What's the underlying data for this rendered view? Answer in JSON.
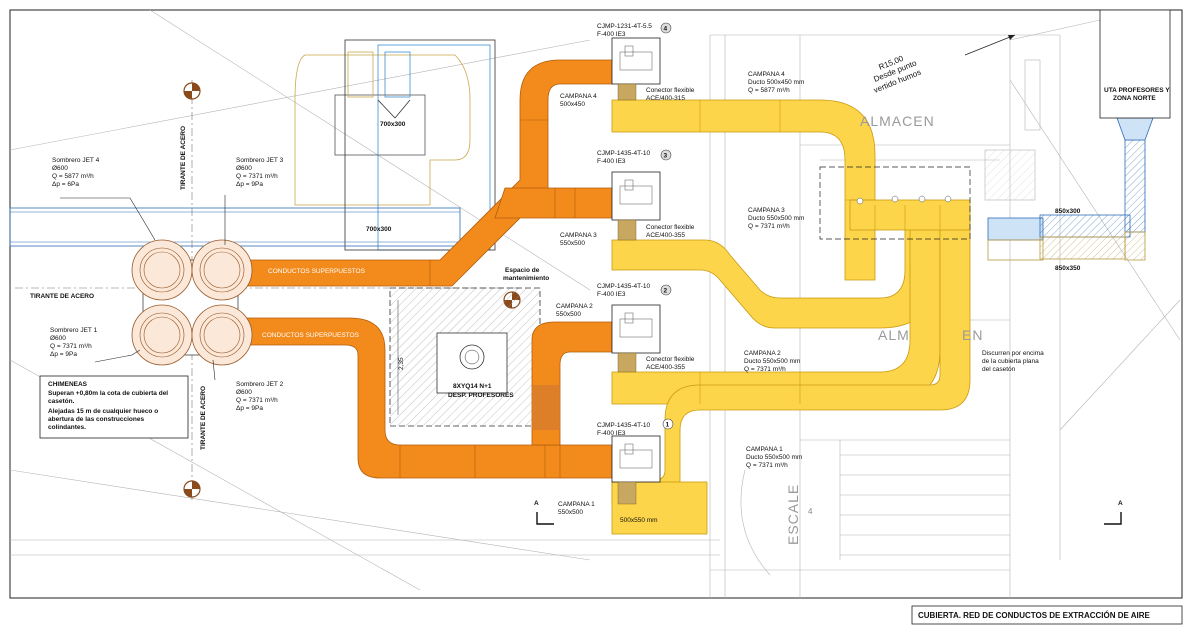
{
  "colors": {
    "orange_duct": "#f28a1c",
    "yellow_duct": "#fdd54a",
    "blue_duct": "#7fb3e6",
    "axis_mark": "#8a4a1a"
  },
  "title": "CUBIERTA. RED DE CONDUCTOS DE EXTRACCIÓN DE AIRE",
  "tirante_label": "TIRANTE DE ACERO",
  "section_mark": "A",
  "conductos_label": "CONDUCTOS SUPERPUESTOS",
  "dim_700x300": "700x300",
  "dim_850x300": "850x300",
  "dim_850x350": "850x350",
  "dim_500x550": "500x550 mm",
  "dim_235": "2,35",
  "radius_note": [
    "R15,00",
    "Desde punto",
    "vertido humos"
  ],
  "uta": [
    "UTA PROFESORES Y",
    "ZONA NORTE"
  ],
  "almacen": "ALMACEN",
  "almacen_partial": "ALM",
  "almacen_partial2": "EN",
  "escalera_partial": "ESCALE",
  "stair_digit": "4",
  "mantenimiento": [
    "Espacio de",
    "mantenimiento"
  ],
  "unit": [
    "8XYQ14 N+1",
    "DESP. PROFESORES"
  ],
  "discurren": [
    "Discurren por encima",
    "de la cubierta plana",
    "del casetón"
  ],
  "chimeneas": {
    "title": "CHIMENEAS",
    "lines": [
      "Superan +0,80m la cota de cubierta del",
      "casetón.",
      "Alejadas 15 m de cualquier hueco o",
      "abertura de las construcciones",
      "colindantes."
    ]
  },
  "sombreros": [
    {
      "lines": [
        "Sombrero JET  4",
        "Ø600",
        "Q = 5877 m³/h",
        "Δp = 6Pa"
      ]
    },
    {
      "lines": [
        "Sombrero JET 3",
        "Ø600",
        "Q = 7371 m³/h",
        "Δp = 9Pa"
      ]
    },
    {
      "lines": [
        "Sombrero JET 1",
        "Ø600",
        "Q = 7371 m³/h",
        "Δp = 9Pa"
      ]
    },
    {
      "lines": [
        "Sombrero JET  2",
        "Ø600",
        "Q = 7371 m³/h",
        "Δp = 9Pa"
      ]
    }
  ],
  "fans": [
    {
      "num": "4",
      "model": "CJMP-1231-4T-5.5",
      "class": "F-400 IE3"
    },
    {
      "num": "3",
      "model": "CJMP-1435-4T-10",
      "class": "F-400 IE3"
    },
    {
      "num": "2",
      "model": "CJMP-1435-4T-10",
      "class": "F-400 IE3"
    },
    {
      "num": "1",
      "model": "CJMP-1435-4T-10",
      "class": "F-400 IE3"
    }
  ],
  "campana_left": [
    {
      "name": "CAMPANA 4",
      "size": "500x450"
    },
    {
      "name": "CAMPANA 3",
      "size": "550x500"
    },
    {
      "name": "CAMPANA 2",
      "size": "550x500"
    },
    {
      "name": "CAMPANA 1",
      "size": "550x500"
    }
  ],
  "connectors": [
    {
      "line1": "Conector flexible",
      "line2": "ACE/400-315"
    },
    {
      "line1": "Conector flexible",
      "line2": "ACE/400-355"
    },
    {
      "line1": "Conector flexible",
      "line2": "ACE/400-355"
    }
  ],
  "campana_right": [
    {
      "lines": [
        "CAMPANA 4",
        "Ducto 500x450 mm",
        "Q = 5877 m³/h"
      ]
    },
    {
      "lines": [
        "CAMPANA 3",
        "Ducto 550x500 mm",
        "Q = 7371 m³/h"
      ]
    },
    {
      "lines": [
        "CAMPANA 2",
        "Ducto 550x500 mm",
        "Q = 7371 m³/h"
      ]
    },
    {
      "lines": [
        "CAMPANA 1",
        "Ducto 550x500 mm",
        "Q = 7371 m³/h"
      ]
    }
  ]
}
